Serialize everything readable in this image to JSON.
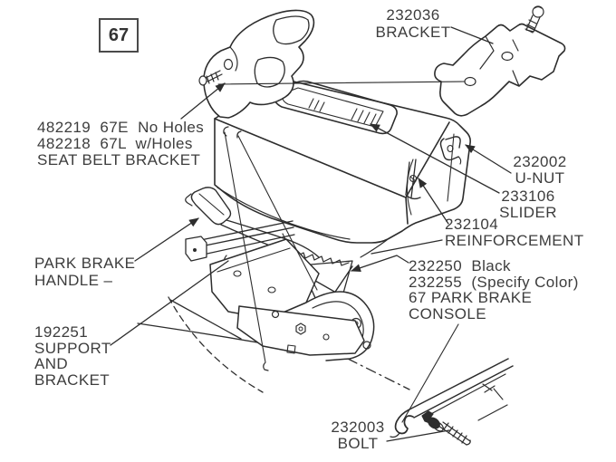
{
  "page": {
    "background": "#ffffff",
    "ink_color": "#2d2d2d",
    "text_color": "#3d3d3d",
    "description": "Exploded parts diagram: 1967 park brake console assembly"
  },
  "figure_box": {
    "label": "67"
  },
  "labels": {
    "seat_belt": {
      "lines": [
        "482219  67E  No Holes",
        "482218  67L  w/Holes",
        "SEAT BELT BRACKET"
      ]
    },
    "bracket_232036": {
      "lines": [
        "232036",
        "BRACKET"
      ]
    },
    "u_nut": {
      "lines": [
        "232002",
        "U-NUT"
      ]
    },
    "slider": {
      "lines": [
        "233106",
        "SLIDER"
      ]
    },
    "reinforcement": {
      "lines": [
        "232104",
        "REINFORCEMENT"
      ]
    },
    "park_brake_handle": {
      "lines": [
        "PARK BRAKE",
        "HANDLE –"
      ]
    },
    "support_bracket": {
      "lines": [
        "192251",
        "SUPPORT",
        "AND",
        "BRACKET"
      ]
    },
    "console": {
      "lines": [
        "232250  Black",
        "232255  (Specify Color)",
        "67 PARK BRAKE",
        "CONSOLE"
      ]
    },
    "bolt": {
      "lines": [
        "232003",
        "BOLT"
      ]
    }
  }
}
